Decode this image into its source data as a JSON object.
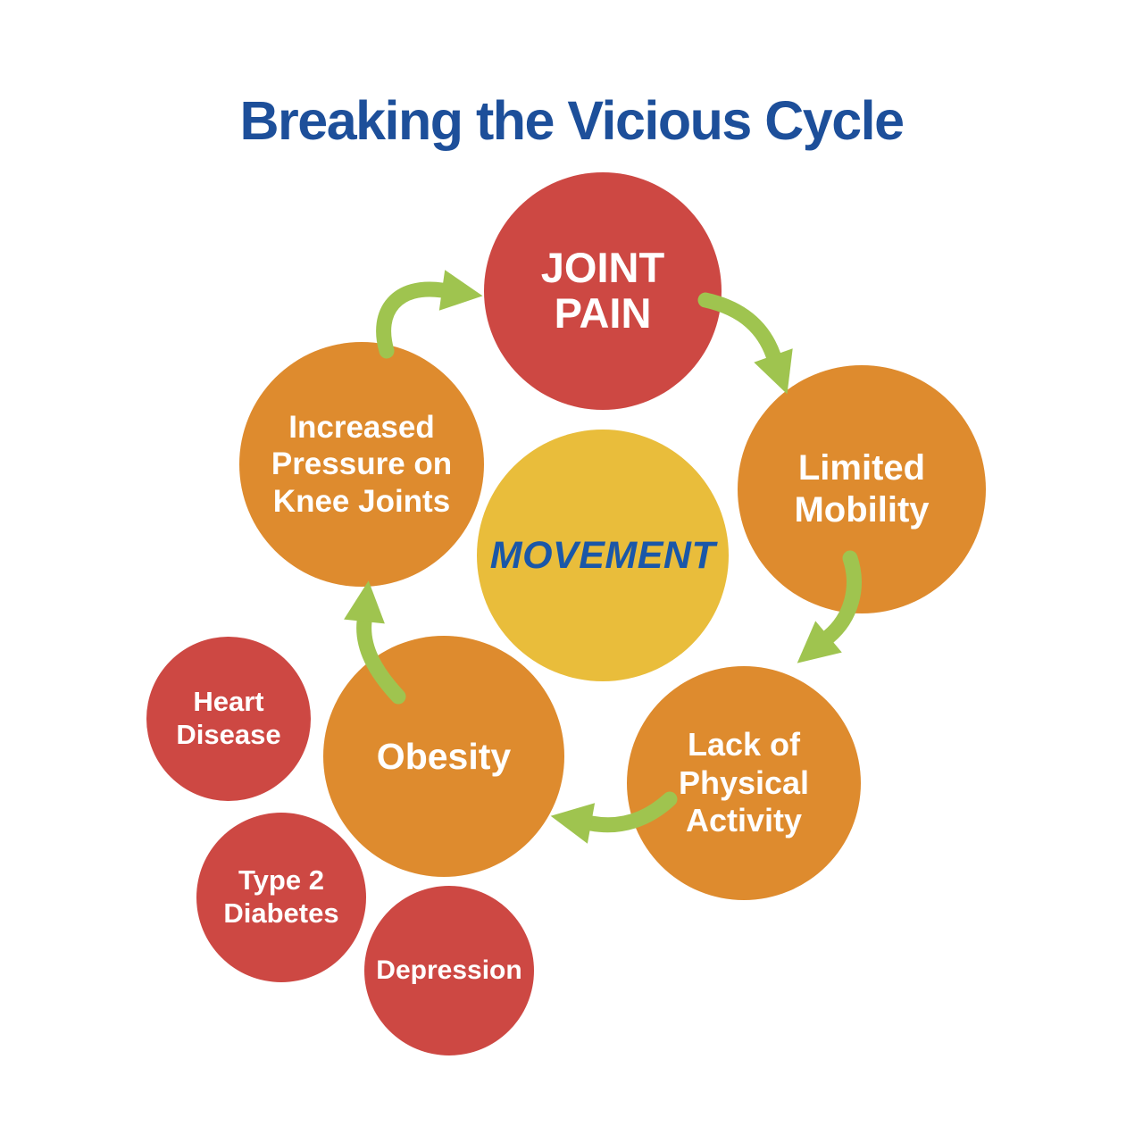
{
  "title": "Breaking the Vicious Cycle",
  "palette": {
    "title_blue": "#1d4f9a",
    "movement_blue": "#1a57a8",
    "node_red": "#cd4843",
    "node_orange": "#de8b2e",
    "center_yellow": "#e9bd3b",
    "arrow_green": "#9fc44f",
    "label_white": "#ffffff"
  },
  "cycle": {
    "center": {
      "id": "movement",
      "label": "MOVEMENT"
    },
    "nodes": [
      {
        "id": "joint-pain",
        "label": "JOINT PAIN",
        "color": "red"
      },
      {
        "id": "limited-mobility",
        "label": "Limited Mobility",
        "color": "orange"
      },
      {
        "id": "lack-of-physical-activity",
        "label": "Lack of Physical Activity",
        "color": "orange"
      },
      {
        "id": "obesity",
        "label": "Obesity",
        "color": "orange"
      },
      {
        "id": "increased-pressure-on-knee-joints",
        "label": "Increased Pressure on Knee Joints",
        "color": "orange"
      }
    ],
    "arrows": [
      {
        "from": "increased-pressure-on-knee-joints",
        "to": "joint-pain"
      },
      {
        "from": "joint-pain",
        "to": "limited-mobility"
      },
      {
        "from": "limited-mobility",
        "to": "lack-of-physical-activity"
      },
      {
        "from": "lack-of-physical-activity",
        "to": "obesity"
      },
      {
        "from": "obesity",
        "to": "increased-pressure-on-knee-joints"
      }
    ]
  },
  "comorbidities": [
    {
      "id": "heart-disease",
      "label": "Heart Disease",
      "color": "red"
    },
    {
      "id": "type-2-diabetes",
      "label": "Type 2 Diabetes",
      "color": "red"
    },
    {
      "id": "depression",
      "label": "Depression",
      "color": "red"
    }
  ]
}
